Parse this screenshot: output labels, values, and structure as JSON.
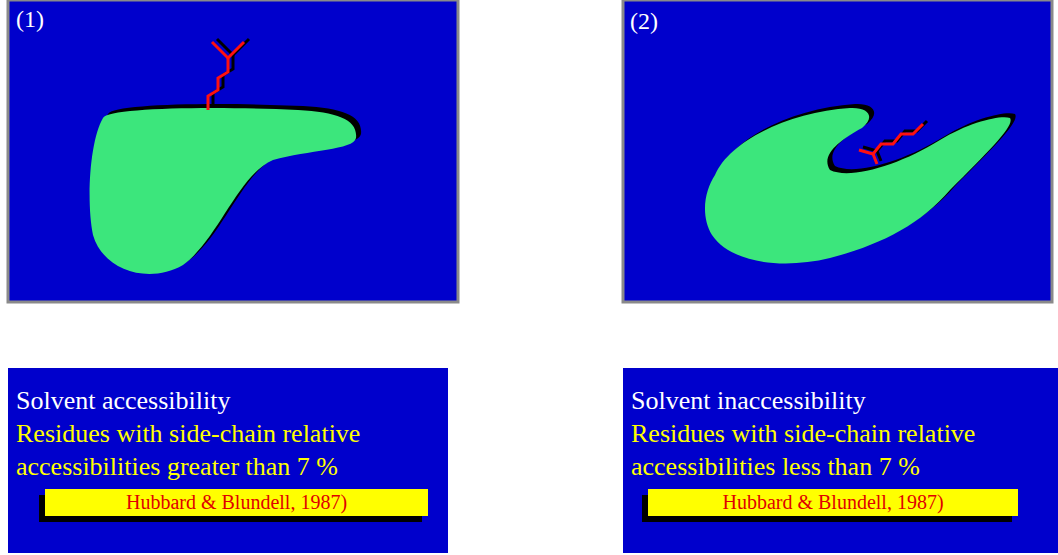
{
  "diagram": {
    "nodes": [
      {
        "text": [
          "(1)"
        ]
      },
      {
        "text": [
          "(2)"
        ]
      },
      {
        "text": [
          "Solvent accessibility",
          "Residues with side-chain relative accessibilities greater than 7 %"
        ]
      },
      {
        "text": [
          "Hubbard & Blundell, 1987)"
        ],
        "in": 2
      },
      {
        "text": [
          "Solvent inaccessibility",
          "Residues with side-chain relative accessibilities less than 7 %"
        ]
      },
      {
        "text": [
          "Hubbard & Blundell, 1987)"
        ],
        "in": 4
      }
    ]
  }
}
